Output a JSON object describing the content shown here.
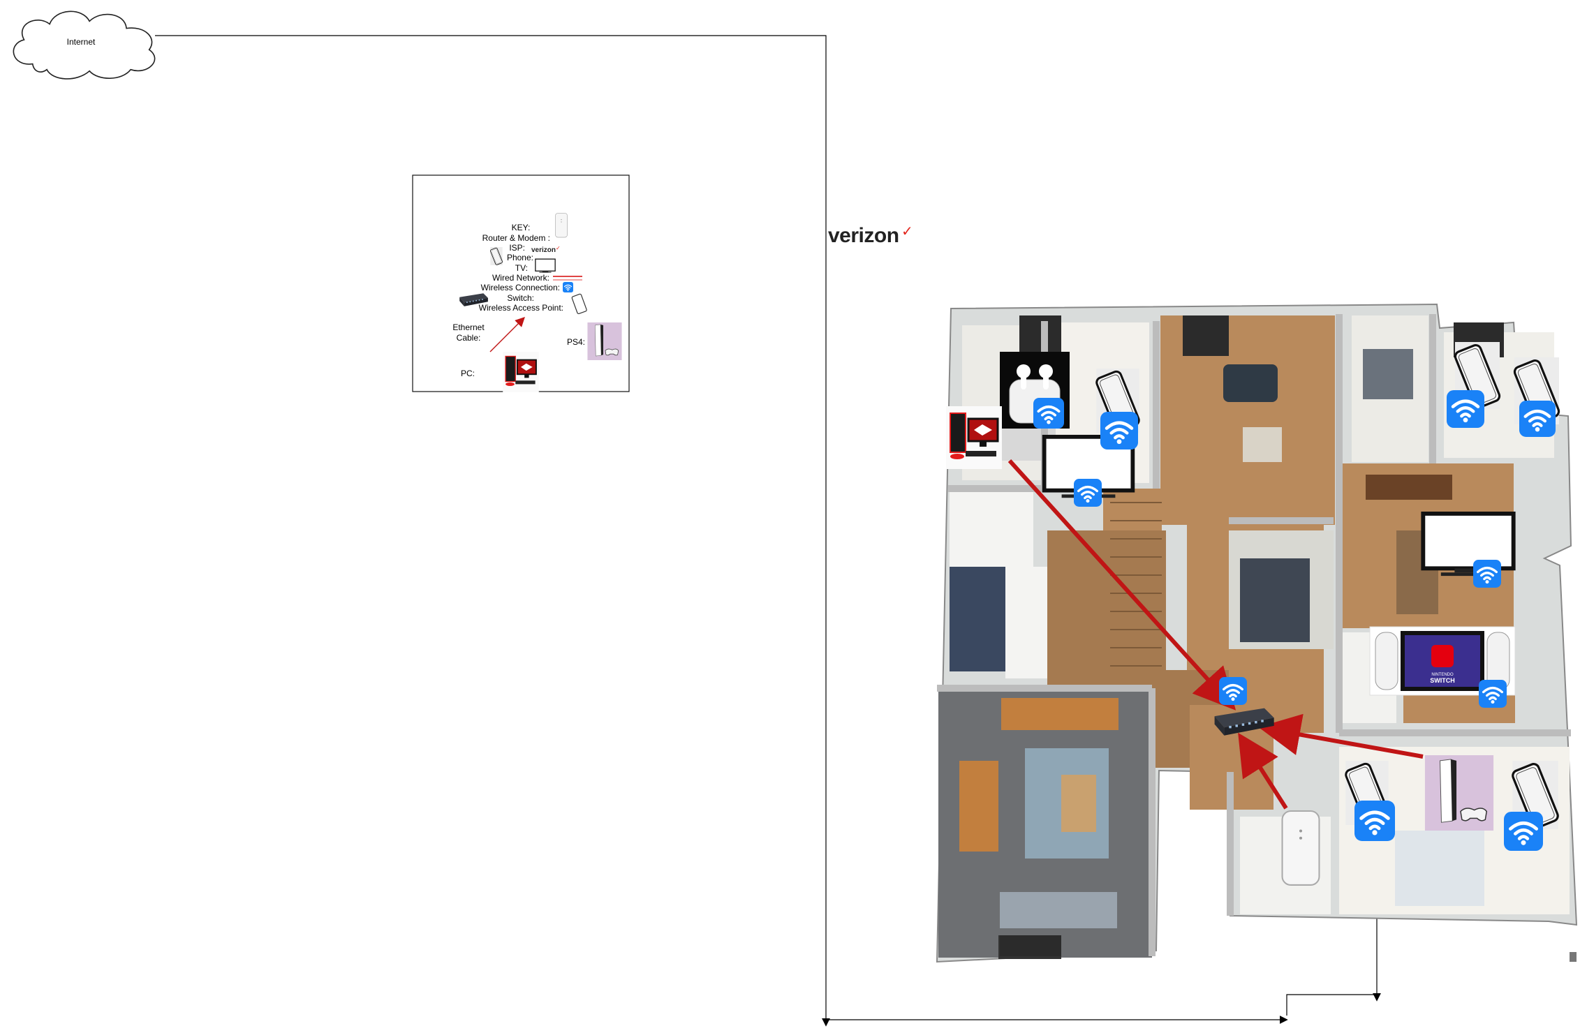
{
  "cloud": {
    "label": "Internet"
  },
  "isp": {
    "brand": "verizon",
    "mark": "✓",
    "brand_color": "#222222",
    "mark_color": "#e2231a"
  },
  "legend": {
    "title": "KEY:",
    "items": {
      "router": "Router & Modem :",
      "isp": "ISP:",
      "phone": "Phone:",
      "tv": "TV:",
      "wired": "Wired Network:",
      "wireless": "Wireless Connection:",
      "switch": "Switch:",
      "wap": "Wireless Access Point:",
      "ethernet_1": "Ethernet",
      "ethernet_2": "Cable:",
      "ps4": "PS4:",
      "pc": "PC:"
    },
    "isp_brand": "verizon",
    "isp_mark": "✓"
  },
  "devices": {
    "switch_console": {
      "brand": "NINTENDO",
      "model": "SWITCH"
    }
  },
  "colors": {
    "wifi": "#1a82f7",
    "ethernet": "#c01515",
    "wired": "#e04444",
    "line": "#000000"
  },
  "icons": [
    "cloud-icon",
    "wifi-icon",
    "router-icon",
    "switch-icon",
    "phone-icon",
    "tv-icon",
    "pc-icon",
    "ps4-icon",
    "earbuds-icon",
    "nintendo-switch-icon"
  ]
}
